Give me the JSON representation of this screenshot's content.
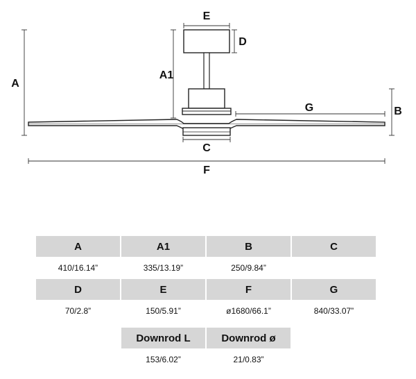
{
  "diagram": {
    "labels": {
      "A": "A",
      "A1": "A1",
      "B": "B",
      "C": "C",
      "D": "D",
      "E": "E",
      "F": "F",
      "G": "G"
    }
  },
  "specs": [
    {
      "header": "A",
      "value": "410/16.14”"
    },
    {
      "header": "A1",
      "value": "335/13.19”"
    },
    {
      "header": "B",
      "value": "250/9.84”"
    },
    {
      "header": "C",
      "value": ""
    },
    {
      "header": "D",
      "value": "70/2.8”"
    },
    {
      "header": "E",
      "value": "150/5.91”"
    },
    {
      "header": "F",
      "value": "ø1680/66.1”"
    },
    {
      "header": "G",
      "value": "840/33.07”"
    },
    {
      "header": "Downrod L",
      "value": "153/6.02”"
    },
    {
      "header": "Downrod ø",
      "value": "21/0.83”"
    }
  ]
}
